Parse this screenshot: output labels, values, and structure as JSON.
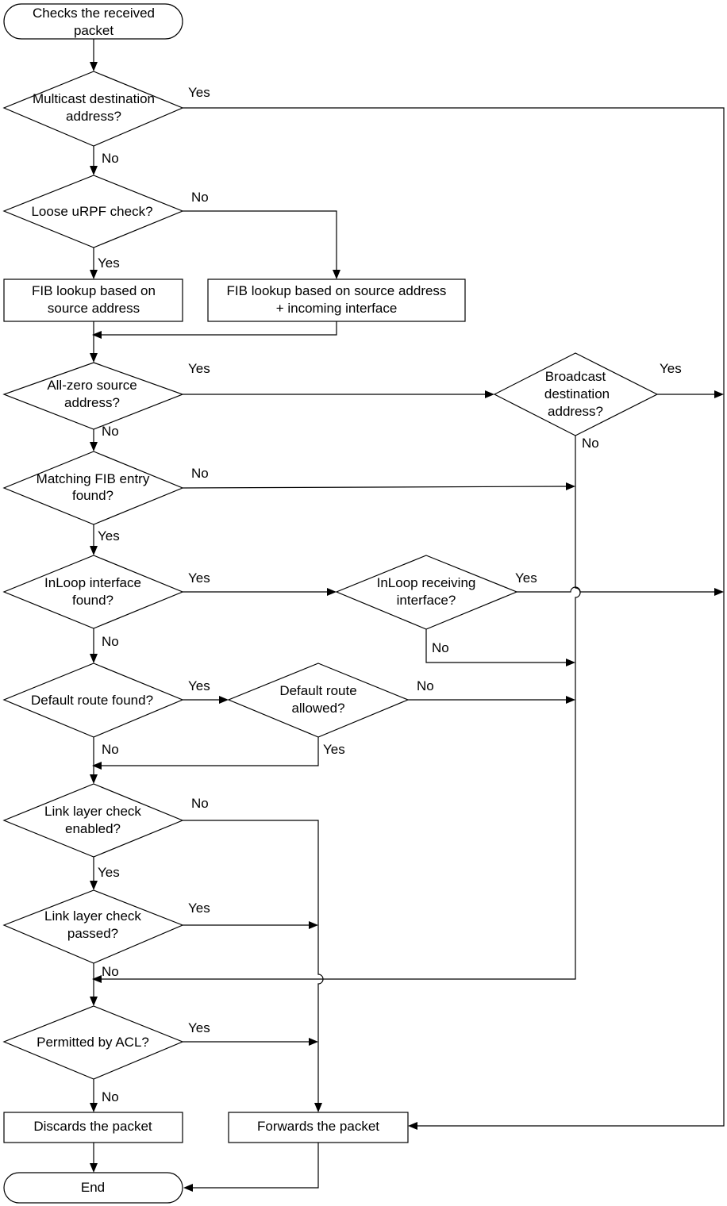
{
  "nodes": {
    "start": {
      "lines": [
        "Checks the received",
        "packet"
      ]
    },
    "mcast": {
      "lines": [
        "Multicast destination",
        "address?"
      ]
    },
    "loose": {
      "lines": [
        "Loose uRPF check?"
      ]
    },
    "fib_src": {
      "lines": [
        "FIB lookup based on",
        "source address"
      ]
    },
    "fib_src_if": {
      "lines": [
        "FIB lookup based on source address",
        "+ incoming interface"
      ]
    },
    "allzero": {
      "lines": [
        "All-zero source",
        "address?"
      ]
    },
    "bcast": {
      "lines": [
        "Broadcast",
        "destination",
        "address?"
      ]
    },
    "fibmatch": {
      "lines": [
        "Matching FIB entry",
        "found?"
      ]
    },
    "inloop": {
      "lines": [
        "InLoop interface",
        "found?"
      ]
    },
    "inloop_rx": {
      "lines": [
        "InLoop receiving",
        "interface?"
      ]
    },
    "defroute": {
      "lines": [
        "Default route found?"
      ]
    },
    "defallow": {
      "lines": [
        "Default route",
        "allowed?"
      ]
    },
    "llen": {
      "lines": [
        "Link layer check",
        "enabled?"
      ]
    },
    "llpass": {
      "lines": [
        "Link layer check",
        "passed?"
      ]
    },
    "acl": {
      "lines": [
        "Permitted by ACL?"
      ]
    },
    "discard": {
      "lines": [
        "Discards the packet"
      ]
    },
    "forward": {
      "lines": [
        "Forwards the packet"
      ]
    },
    "end": {
      "lines": [
        "End"
      ]
    }
  },
  "branch_labels": {
    "yes": "Yes",
    "no": "No"
  }
}
